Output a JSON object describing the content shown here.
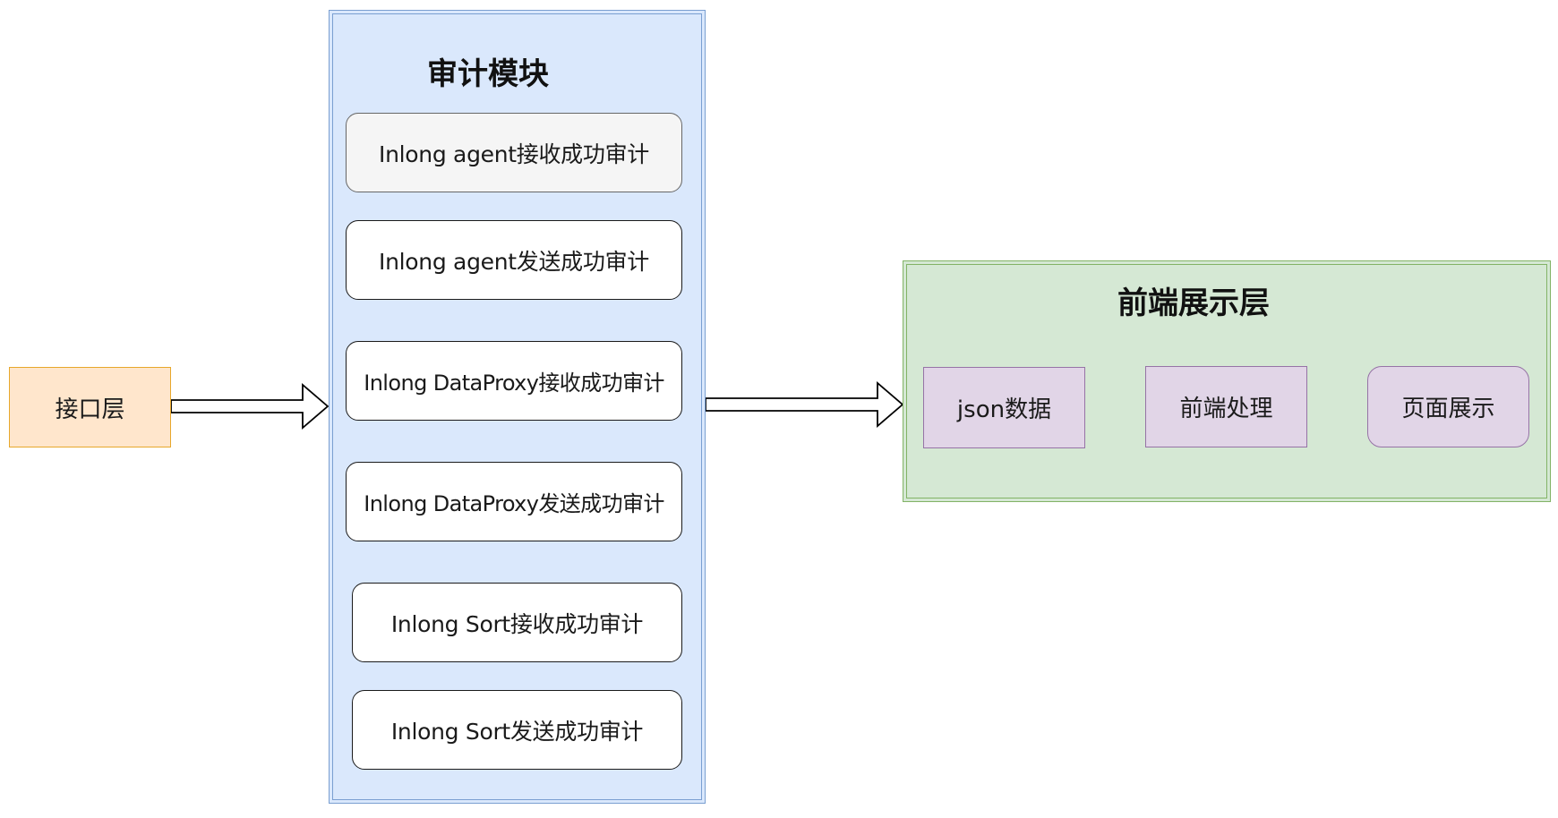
{
  "interface_layer": {
    "label": "接口层"
  },
  "audit_module": {
    "title": "审计模块",
    "items": [
      "Inlong agent接收成功审计",
      "Inlong agent发送成功审计",
      "Inlong DataProxy接收成功审计",
      "Inlong DataProxy发送成功审计",
      "Inlong Sort接收成功审计",
      "Inlong Sort发送成功审计"
    ]
  },
  "frontend_layer": {
    "title": "前端展示层",
    "steps": [
      "json数据",
      "前端处理",
      "页面展示"
    ]
  },
  "colors": {
    "interface_fill": "#ffe6cc",
    "interface_stroke": "#e7a72b",
    "audit_fill": "#dae8fc",
    "audit_stroke": "#7a9fd1",
    "frontend_fill": "#d5e8d4",
    "frontend_stroke": "#82b366",
    "step_fill": "#e1d5e7",
    "step_stroke": "#9673a6"
  }
}
